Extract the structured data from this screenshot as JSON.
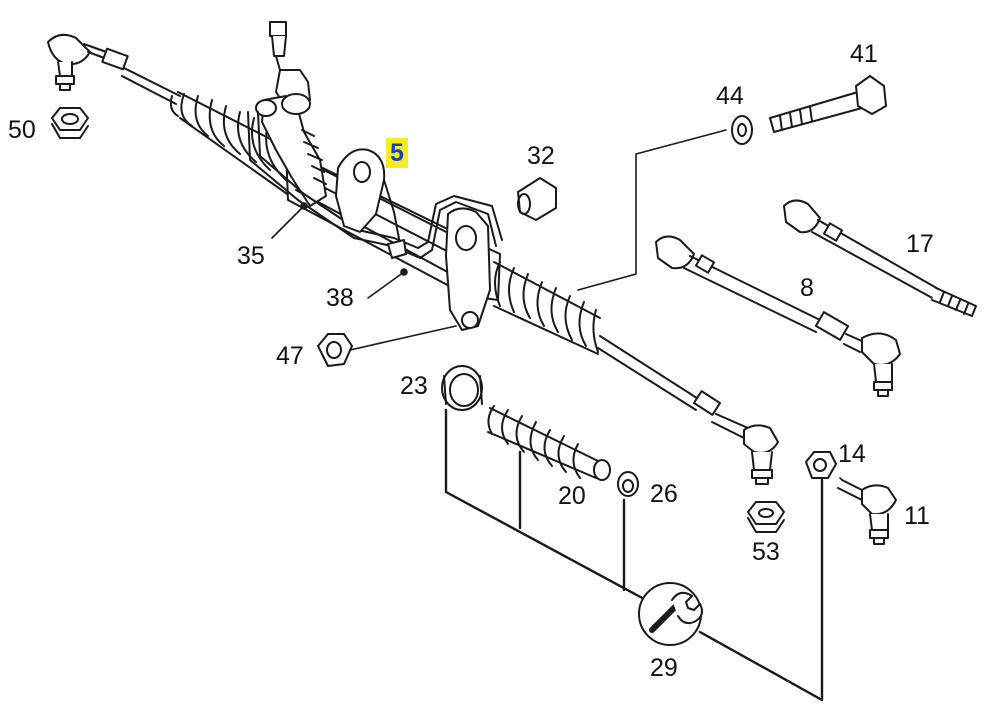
{
  "callouts": {
    "p50": "50",
    "p35": "35",
    "p38": "38",
    "p47": "47",
    "p5": "5",
    "p32": "32",
    "p44": "44",
    "p41": "41",
    "p17": "17",
    "p8": "8",
    "p23": "23",
    "p20": "20",
    "p26": "26",
    "p14": "14",
    "p11": "11",
    "p53": "53",
    "p29": "29"
  },
  "colors": {
    "line": "#1a1a1a",
    "fill": "#ffffff",
    "highlight": "#f7ec1f",
    "highlight_text": "#1a3fbf"
  },
  "icons": {
    "tool": "wrench-icon"
  }
}
